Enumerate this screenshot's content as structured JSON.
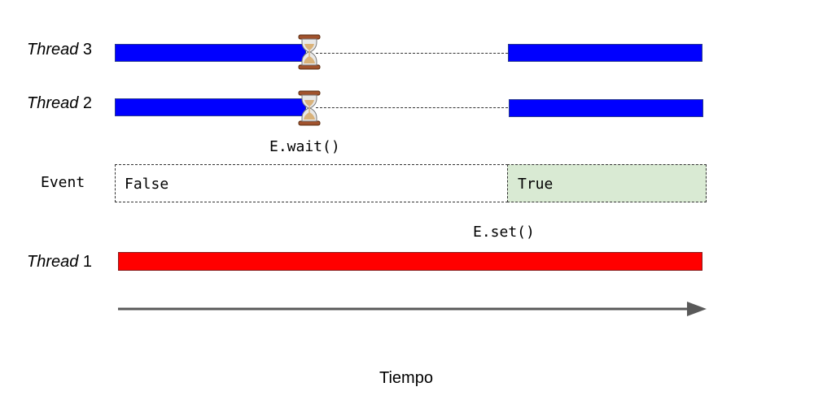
{
  "threads": [
    {
      "id": "thread-3",
      "label_italic": "Thread",
      "label_num": " 3",
      "color": "#0000ff"
    },
    {
      "id": "thread-2",
      "label_italic": "Thread",
      "label_num": " 2",
      "color": "#0000ff"
    },
    {
      "id": "thread-1",
      "label_italic": "Thread",
      "label_num": " 1",
      "color": "#ff0000"
    }
  ],
  "event": {
    "label": "Event",
    "state_before": "False",
    "state_after": "True",
    "after_fill": "#d9ead3"
  },
  "calls": {
    "wait": "E.wait()",
    "set": "E.set()"
  },
  "icons": {
    "wait_marker": "hourglass-icon"
  },
  "axis": {
    "label": "Tiempo",
    "color": "#595959"
  }
}
